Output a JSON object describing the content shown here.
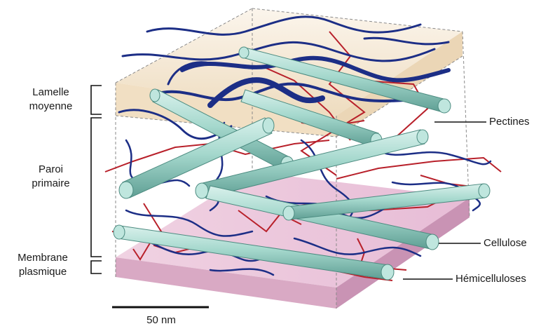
{
  "labels": {
    "lamelle_moyenne": [
      "Lamelle",
      "moyenne"
    ],
    "paroi_primaire": [
      "Paroi",
      "primaire"
    ],
    "membrane_plasmique": [
      "Membrane",
      "plasmique"
    ],
    "pectines": "Pectines",
    "cellulose": "Cellulose",
    "hemicelluloses": "Hémicelluloses",
    "scale": "50 nm"
  },
  "colors": {
    "pectin": "#1c2e86",
    "cellulose_fill": "#9fd3c8",
    "cellulose_edge": "#4c8b80",
    "hemicellulose": "#b8202a",
    "membrane": "#e8c4d8",
    "lamella": "#f2e3c8",
    "leader": "#111111"
  },
  "icons": [
    "scale-bar"
  ]
}
